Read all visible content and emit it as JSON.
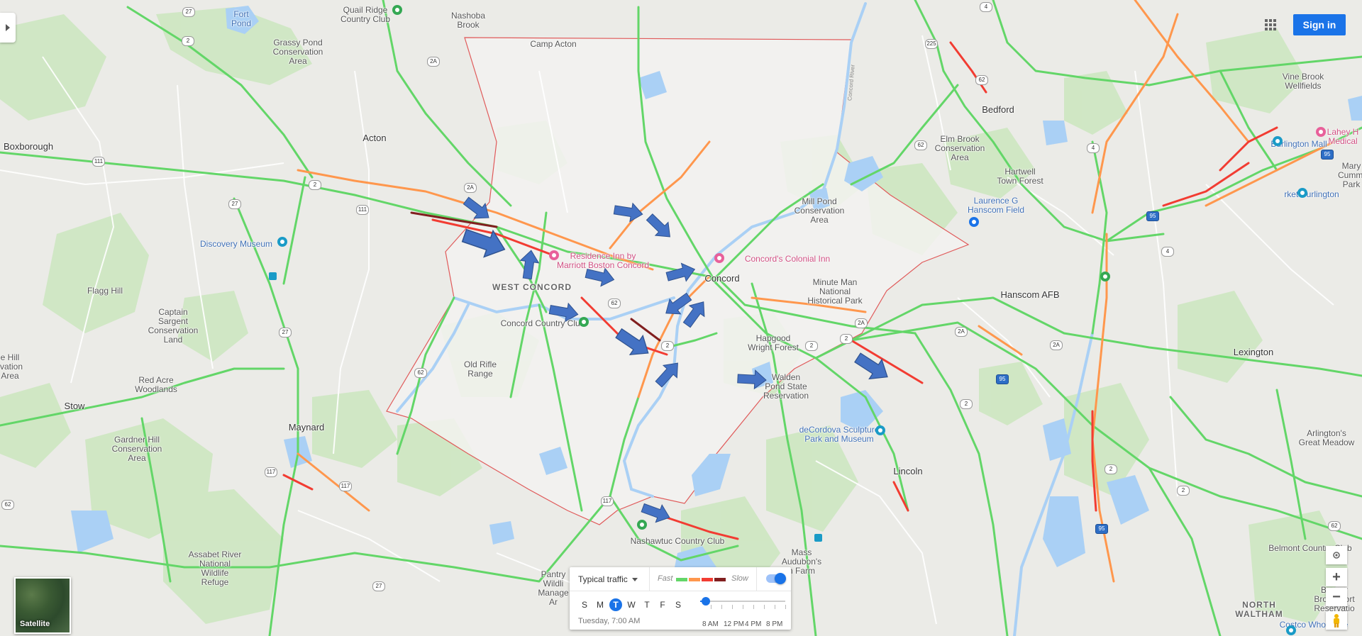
{
  "colors": {
    "land": "#ebebe7",
    "park": "#cfe7c3",
    "water": "#aad0f5",
    "highlight_area": "#f1f0ef",
    "boundary": "#e05a5a",
    "arrow": "#4472c4",
    "traffic_fast": "#63d668",
    "traffic_moderate": "#ff974d",
    "traffic_slow": "#f23c32",
    "traffic_heavy": "#811f1f",
    "accent": "#1a73e8"
  },
  "places": [
    {
      "name": "Fort Pond",
      "lines": [
        "Fort",
        "Pond"
      ],
      "kind": "blue"
    },
    {
      "name": "Quail Ridge Country Club",
      "lines": [
        "Quail Ridge",
        "Country Club"
      ],
      "kind": ""
    },
    {
      "name": "Nashoba Brook",
      "lines": [
        "Nashoba",
        "Brook"
      ],
      "kind": ""
    },
    {
      "name": "Grassy Pond Conservation Area",
      "lines": [
        "Grassy Pond",
        "Conservation",
        "Area"
      ],
      "kind": ""
    },
    {
      "name": "Camp Acton",
      "lines": [
        "Camp Acton"
      ],
      "kind": ""
    },
    {
      "name": "Acton",
      "lines": [
        "Acton"
      ],
      "kind": "town"
    },
    {
      "name": "Boxborough",
      "lines": [
        "Boxborough"
      ],
      "kind": "town"
    },
    {
      "name": "Discovery Museum",
      "lines": [
        "Discovery Museum"
      ],
      "kind": "blue"
    },
    {
      "name": "Flagg Hill",
      "lines": [
        "Flagg Hill"
      ],
      "kind": ""
    },
    {
      "name": "Captain Sargent Conservation Land",
      "lines": [
        "Captain",
        "Sargent",
        "Conservation",
        "Land"
      ],
      "kind": ""
    },
    {
      "name": "Hill Conservation Area",
      "lines": [
        "e Hill",
        "rvation",
        "Area"
      ],
      "kind": ""
    },
    {
      "name": "Red Acre Woodlands",
      "lines": [
        "Red Acre",
        "Woodlands"
      ],
      "kind": ""
    },
    {
      "name": "Stow",
      "lines": [
        "Stow"
      ],
      "kind": "town"
    },
    {
      "name": "Maynard",
      "lines": [
        "Maynard"
      ],
      "kind": "town"
    },
    {
      "name": "Gardner Hill Conservation Area",
      "lines": [
        "Gardner Hill",
        "Conservation",
        "Area"
      ],
      "kind": ""
    },
    {
      "name": "Assabet River National Wildlife Refuge",
      "lines": [
        "Assabet River",
        "National",
        "Wildlife",
        "Refuge"
      ],
      "kind": ""
    },
    {
      "name": "West Concord",
      "lines": [
        "WEST CONCORD"
      ],
      "kind": "dis"
    },
    {
      "name": "Residence Inn by Marriott Boston Concord",
      "lines": [
        "Residence Inn by",
        "Marriott Boston Concord"
      ],
      "kind": "pink"
    },
    {
      "name": "Concord Country Club",
      "lines": [
        "Concord Country Club"
      ],
      "kind": ""
    },
    {
      "name": "Old Rifle Range",
      "lines": [
        "Old Rifle",
        "Range"
      ],
      "kind": ""
    },
    {
      "name": "Concord",
      "lines": [
        "Concord"
      ],
      "kind": "town"
    },
    {
      "name": "Concord's Colonial Inn",
      "lines": [
        "Concord's Colonial Inn"
      ],
      "kind": "pink"
    },
    {
      "name": "Mill Pond Conservation Area",
      "lines": [
        "Mill Pond",
        "Conservation",
        "Area"
      ],
      "kind": ""
    },
    {
      "name": "Minute Man National Historical Park",
      "lines": [
        "Minute Man",
        "National",
        "Historical Park"
      ],
      "kind": ""
    },
    {
      "name": "Hapgood Wright Forest",
      "lines": [
        "Hapgood",
        "Wright Forest"
      ],
      "kind": ""
    },
    {
      "name": "Walden Pond State Reservation",
      "lines": [
        "Walden",
        "Pond State",
        "Reservation"
      ],
      "kind": ""
    },
    {
      "name": "deCordova Sculpture Park and Museum",
      "lines": [
        "deCordova Sculpture",
        "Park and Museum"
      ],
      "kind": "blue"
    },
    {
      "name": "Lincoln",
      "lines": [
        "Lincoln"
      ],
      "kind": "town"
    },
    {
      "name": "Nashawtuc Country Club",
      "lines": [
        "Nashawtuc Country Club"
      ],
      "kind": ""
    },
    {
      "name": "Pantry Brook Wildlife Management Area",
      "lines": [
        "Pantry",
        "Wildli",
        "Manage",
        "Ar"
      ],
      "kind": ""
    },
    {
      "name": "Mass Audubon's Drumlin Farm",
      "lines": [
        "Mass",
        "Audubon's",
        "n Farm"
      ],
      "kind": ""
    },
    {
      "name": "Bedford",
      "lines": [
        "Bedford"
      ],
      "kind": "town"
    },
    {
      "name": "Elm Brook Conservation Area",
      "lines": [
        "Elm Brook",
        "Conservation",
        "Area"
      ],
      "kind": ""
    },
    {
      "name": "Hartwell Town Forest",
      "lines": [
        "Hartwell",
        "Town Forest"
      ],
      "kind": ""
    },
    {
      "name": "Laurence G Hanscom Field",
      "lines": [
        "Laurence G",
        "Hanscom Field"
      ],
      "kind": "blue"
    },
    {
      "name": "Hanscom AFB",
      "lines": [
        "Hanscom AFB"
      ],
      "kind": "town"
    },
    {
      "name": "Vine Brook Wellfields",
      "lines": [
        "Vine Brook",
        "Wellfields"
      ],
      "kind": ""
    },
    {
      "name": "Burlington Mall",
      "lines": [
        "Burlington Mall"
      ],
      "kind": "blue"
    },
    {
      "name": "Lahey Hospital & Medical Center",
      "lines": [
        "Lahey H",
        "Medical"
      ],
      "kind": "pink"
    },
    {
      "name": "Market Basket Burlington",
      "lines": [
        "rket Burlington"
      ],
      "kind": "blue"
    },
    {
      "name": "Mary Cummings Park",
      "lines": [
        "Mary",
        "Cummi",
        "Park"
      ],
      "kind": ""
    },
    {
      "name": "Lexington",
      "lines": [
        "Lexington"
      ],
      "kind": "town"
    },
    {
      "name": "Arlington's Great Meadow",
      "lines": [
        "Arlington's",
        "Great Meadow"
      ],
      "kind": ""
    },
    {
      "name": "Belmont Country Club",
      "lines": [
        "Belmont Country Club"
      ],
      "kind": ""
    },
    {
      "name": "Beaver Brook North Reservation",
      "lines": [
        "Beaver",
        "Brook Nort",
        "Reservatio"
      ],
      "kind": ""
    },
    {
      "name": "North Waltham",
      "lines": [
        "NORTH",
        "WALTHAM"
      ],
      "kind": "dis"
    },
    {
      "name": "Costco Wholesale",
      "lines": [
        "Costco Wholesale"
      ],
      "kind": "blue"
    },
    {
      "name": "Concord River",
      "lines": [
        "Concord River"
      ],
      "kind": "road"
    }
  ],
  "shields": [
    {
      "label": "2",
      "kind": "state"
    },
    {
      "label": "2",
      "kind": "state"
    },
    {
      "label": "2",
      "kind": "state"
    },
    {
      "label": "2",
      "kind": "state"
    },
    {
      "label": "2",
      "kind": "state"
    },
    {
      "label": "2",
      "kind": "state"
    },
    {
      "label": "2",
      "kind": "state"
    },
    {
      "label": "2",
      "kind": "state"
    },
    {
      "label": "2A",
      "kind": "state"
    },
    {
      "label": "2A",
      "kind": "state"
    },
    {
      "label": "2A",
      "kind": "state"
    },
    {
      "label": "2A",
      "kind": "state"
    },
    {
      "label": "2A",
      "kind": "state"
    },
    {
      "label": "27",
      "kind": "state"
    },
    {
      "label": "27",
      "kind": "state"
    },
    {
      "label": "27",
      "kind": "state"
    },
    {
      "label": "27",
      "kind": "state"
    },
    {
      "label": "111",
      "kind": "state"
    },
    {
      "label": "111",
      "kind": "state"
    },
    {
      "label": "62",
      "kind": "state"
    },
    {
      "label": "62",
      "kind": "state"
    },
    {
      "label": "62",
      "kind": "state"
    },
    {
      "label": "62",
      "kind": "state"
    },
    {
      "label": "62",
      "kind": "state"
    },
    {
      "label": "62",
      "kind": "state"
    },
    {
      "label": "117",
      "kind": "state"
    },
    {
      "label": "117",
      "kind": "state"
    },
    {
      "label": "117",
      "kind": "state"
    },
    {
      "label": "4",
      "kind": "state"
    },
    {
      "label": "4",
      "kind": "state"
    },
    {
      "label": "4",
      "kind": "state"
    },
    {
      "label": "225",
      "kind": "state"
    },
    {
      "label": "95",
      "kind": "interstate"
    },
    {
      "label": "95",
      "kind": "interstate"
    },
    {
      "label": "95",
      "kind": "interstate"
    },
    {
      "label": "95",
      "kind": "interstate"
    }
  ],
  "controls": {
    "sign_in": "Sign in",
    "satellite": "Satellite",
    "zoom_in": "+",
    "zoom_out": "−"
  },
  "traffic_panel": {
    "mode": "Typical traffic",
    "fast": "Fast",
    "slow": "Slow",
    "days": [
      "S",
      "M",
      "T",
      "W",
      "T",
      "F",
      "S"
    ],
    "selected_day_index": 2,
    "day_time": "Tuesday, 7:00 AM",
    "hours": [
      "8 AM",
      "12 PM",
      "4 PM",
      "8 PM"
    ],
    "slider_value_hours": 7,
    "slider_range_hours": [
      6,
      22
    ],
    "layer_on": true
  }
}
